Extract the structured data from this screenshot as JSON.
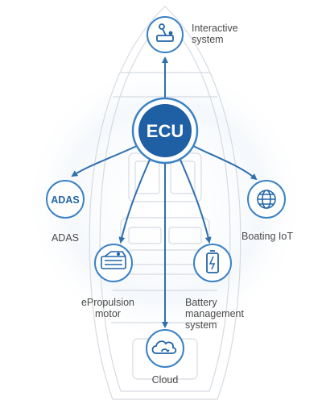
{
  "center": {
    "label": "ECU"
  },
  "nodes": {
    "interactive": {
      "label_line1": "Interactive",
      "label_line2": "system",
      "icon": "joystick-icon"
    },
    "adas": {
      "badge": "ADAS",
      "label": "ADAS",
      "icon": "adas-badge"
    },
    "iot": {
      "label": "Boating IoT",
      "icon": "globe-icon"
    },
    "epropulsion": {
      "label_line1": "ePropulsion",
      "label_line2": "motor",
      "icon": "motor-icon"
    },
    "battery": {
      "label_line1": "Battery",
      "label_line2": "management",
      "label_line3": "system",
      "icon": "battery-icon"
    },
    "cloud": {
      "label": "Cloud",
      "icon": "cloud-icon"
    }
  },
  "colors": {
    "primary": "#2266a8",
    "ring": "#3b82c4",
    "arrow": "#2f6fae",
    "boat_outline": "#d8dde3",
    "halo": "#e8f0f8"
  }
}
